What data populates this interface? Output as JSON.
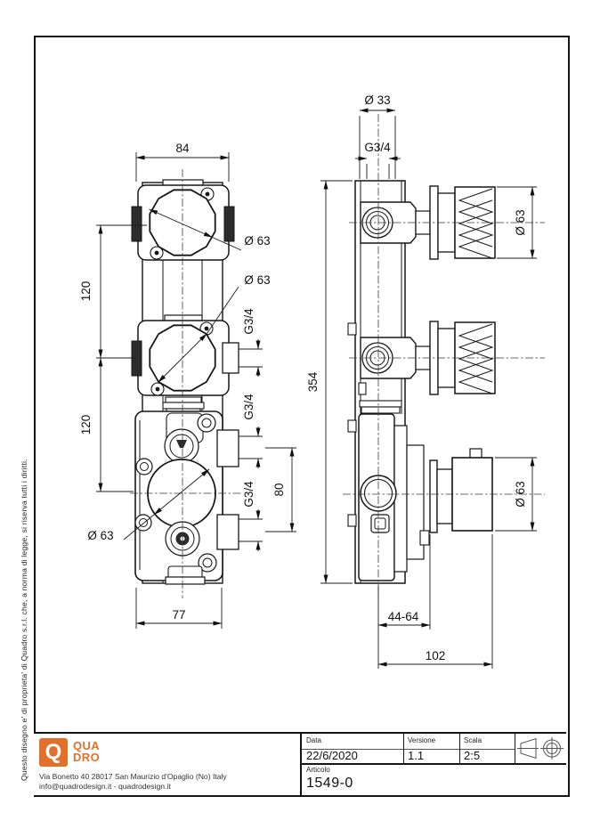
{
  "legal_text": "Questo disegno e' di proprieta' di Quadro s.r.l. che, a norma di legge, si riserva tutti i diritti.",
  "logo": {
    "q": "Q",
    "line1": "QUA",
    "line2": "DRO"
  },
  "address": {
    "line1": "Via Bonetto 40  28017 San Maurizio d'Opaglio (No) Italy",
    "line2": "info@quadrodesign.it  -  quadrodesign.it"
  },
  "title_block": {
    "date_label": "Data",
    "date_value": "22/6/2020",
    "version_label": "Versione",
    "version_value": "1.1",
    "scale_label": "Scala",
    "scale_value": "2:5",
    "article_label": "Articolo",
    "article_value": "1549-0"
  },
  "dims": {
    "front_width": "84",
    "pitch_top": "120",
    "pitch_bottom": "120",
    "dia63_top": "Ø 63",
    "dia63_mid": "Ø 63",
    "dia63_cartridge": "Ø 63",
    "g34_top": "G3/4",
    "g34_port1": "G3/4",
    "g34_port2": "G3/4",
    "g34_port3": "G3/4",
    "port_spacing": "80",
    "body_width": "77",
    "dia33_top": "Ø 33",
    "overall_height": "354",
    "dia63_knob": "Ø 63",
    "dia63_handle": "Ø 63",
    "depth_range": "44-64",
    "overall_depth": "102"
  },
  "colors": {
    "accent": "#E2702A",
    "line": "#151515"
  }
}
